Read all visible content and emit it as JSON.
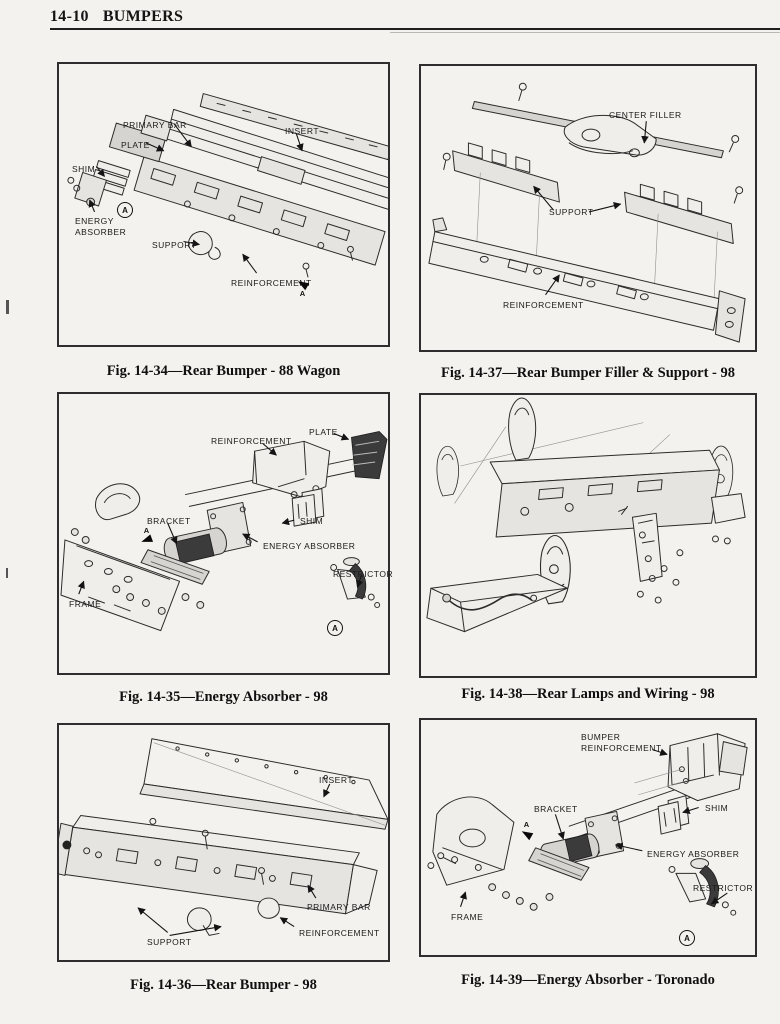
{
  "page": {
    "number": "14-10",
    "section": "BUMPERS"
  },
  "figures": [
    {
      "caption": "Fig. 14-34—Rear Bumper - 88 Wagon",
      "labels": {
        "primary_bar": "PRIMARY BAR",
        "plate": "PLATE",
        "shim": "SHIM",
        "energy_absorber": "ENERGY ABSORBER",
        "insert": "INSERT",
        "support": "SUPPORT",
        "reinforcement": "REINFORCEMENT",
        "view_marker": "A",
        "detail_circle": "A"
      }
    },
    {
      "caption": "Fig. 14-37—Rear Bumper Filler & Support - 98",
      "labels": {
        "center_filler": "CENTER FILLER",
        "support": "SUPPORT",
        "reinforcement": "REINFORCEMENT"
      }
    },
    {
      "caption": "Fig. 14-35—Energy Absorber - 98",
      "labels": {
        "reinforcement": "REINFORCEMENT",
        "plate": "PLATE",
        "bracket": "BRACKET",
        "shim": "SHIM",
        "energy_absorber": "ENERGY ABSORBER",
        "restrictor": "RESTRICTOR",
        "frame": "FRAME",
        "view_marker": "A",
        "detail_circle": "A"
      }
    },
    {
      "caption": "Fig. 14-38—Rear Lamps and Wiring - 98",
      "labels": {}
    },
    {
      "caption": "Fig. 14-36—Rear Bumper - 98",
      "labels": {
        "insert": "INSERT",
        "primary_bar": "PRIMARY BAR",
        "reinforcement": "REINFORCEMENT",
        "support": "SUPPORT"
      }
    },
    {
      "caption": "Fig. 14-39—Energy Absorber - Toronado",
      "labels": {
        "bumper_reinforcement": "BUMPER REINFORCEMENT",
        "bracket": "BRACKET",
        "shim": "SHIM",
        "energy_absorber": "ENERGY ABSORBER",
        "frame": "FRAME",
        "restrictor": "RESTRICTOR",
        "view_marker": "A",
        "detail_circle": "A"
      }
    }
  ]
}
